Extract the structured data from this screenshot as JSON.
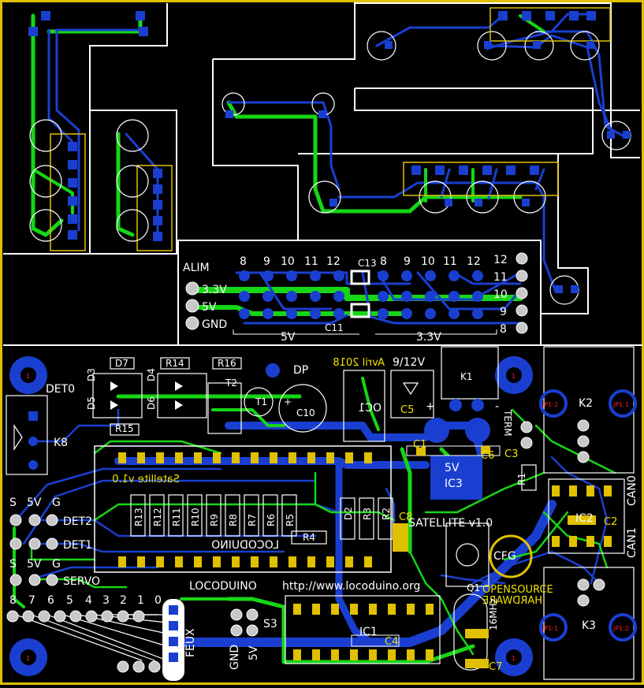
{
  "board": {
    "outline_color": "#e0c000",
    "copper_top": "#16d616",
    "copper_bottom": "#1a3fd0",
    "silk": "#ffffff",
    "background": "#000000"
  },
  "labels": {
    "alim": "ALIM",
    "v33": "3.3V",
    "v5": "5V",
    "gnd": "GND",
    "hdr_top_left": [
      "8",
      "9",
      "10",
      "11",
      "12"
    ],
    "hdr_top_right": [
      "8",
      "9",
      "10",
      "11",
      "12"
    ],
    "hdr_side": [
      "12",
      "11",
      "10",
      "9",
      "8"
    ],
    "bot_5v": "5V",
    "bot_33v": "3.3V",
    "c13": "C13",
    "c11": "C11",
    "date": "Avril 2018",
    "v912": "9/12V",
    "k1": "K1",
    "k2": "K2",
    "k3": "K3",
    "term": "TERM",
    "det0": "DET0",
    "det1": "DET1",
    "det2": "DET2",
    "servo": "SERVO",
    "s": "S",
    "g": "G",
    "k8": "K8",
    "d7": "D7",
    "r14": "R14",
    "r16": "R16",
    "dp": "DP",
    "t1": "T1",
    "t2": "T2",
    "c10": "C10",
    "r15": "R15",
    "oc1": "OC1",
    "ic3": "IC3",
    "ic3_5v": "5V",
    "c1": "C1",
    "c3": "C3",
    "c6": "C6",
    "c5": "C5",
    "c7": "C7",
    "c4": "C4",
    "c2": "C2",
    "c8": "C8",
    "r1": "R1",
    "ic2": "IC2",
    "can0": "CAN0",
    "can1": "CAN1",
    "satellite_rev": "Satellite v1.0",
    "satellite_title": "SATELLITE v1.0",
    "cfg": "CFG",
    "oshw_1": "OPENSOURCE",
    "oshw_2": "HARDWARE",
    "locoduino_mirror": "LOCODUINO",
    "locoduino": "LOCODUINO",
    "url": "http://www.locoduino.org",
    "r_list": [
      "R13",
      "R12",
      "R11",
      "R10",
      "R9",
      "R8",
      "R7",
      "R6",
      "R5"
    ],
    "d2": "D2",
    "r3": "R3",
    "r2": "R2",
    "r4": "R4",
    "ic1": "IC1",
    "q1": "Q1",
    "mhz": "16MHz",
    "s3": "S3",
    "gnd_v": "GND",
    "v5_v": "5V",
    "feux": "FEUX",
    "bits": [
      "8",
      "7",
      "6",
      "5",
      "4",
      "3",
      "2",
      "1",
      "0"
    ],
    "jp1_1": "JP1:1",
    "jp1_2": "JP1:2",
    "d3": "D3",
    "d4": "D4",
    "d5": "D5",
    "d6": "D6",
    "plus": "+",
    "minus": "-",
    "mh": "1"
  }
}
